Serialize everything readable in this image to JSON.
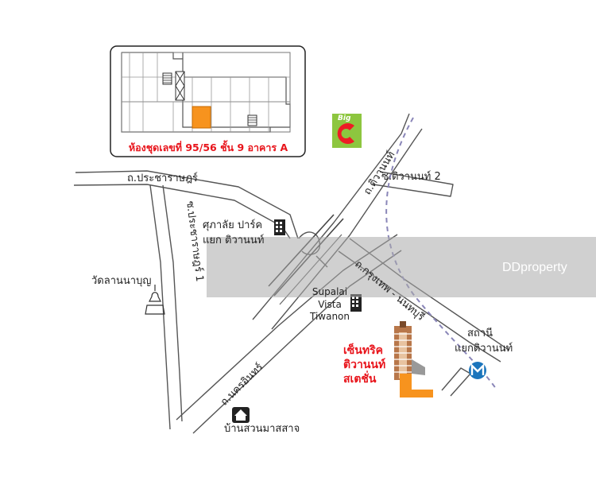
{
  "unit_plan": {
    "caption": "ห้องชุดเลขที่ 95/56 ชั้น 9 อาคาร A"
  },
  "roads": {
    "tiwanon": "ถ.ติวานนท์",
    "soi_tiwanon_2": "ซ.ติวานนท์ 2",
    "pracharat": "ถ.ประชาราษฎร์",
    "soi_pracharat_1": "ซ.ประชาราษฎร์ 1",
    "krungthep_nonthaburi": "ถ.กรุงเทพ - นนทบุรี",
    "nakhon_in": "ถ.นครอินทร์"
  },
  "landmarks": {
    "supalai_park_line1": "ศุภาลัย ปาร์ค",
    "supalai_park_line2": "แยก ติวานนท์",
    "wat": "วัดลานนาบุญ",
    "supalai_vista_1": "Supalai",
    "supalai_vista_2": "Vista",
    "supalai_vista_3": "Tiwanon",
    "station_line1": "สถานี",
    "station_line2": "แยกติวานนท์",
    "house": "บ้านสวนมาสสาจ",
    "bigc_logo": "Big"
  },
  "project": {
    "line1": "เซ็นทริค",
    "line2": "ติวานนท์",
    "line3": "สเตชั่น"
  },
  "watermark": {
    "text": "DDproperty"
  },
  "colors": {
    "highlight_unit": "#f7931e",
    "caption_red": "#e8141b",
    "bigc_green": "#8dc63f",
    "bigc_red": "#ed1c24",
    "metro_blue": "#1b75bc",
    "rail_dash": "#8a86b8",
    "project_orange": "#f7931e"
  }
}
